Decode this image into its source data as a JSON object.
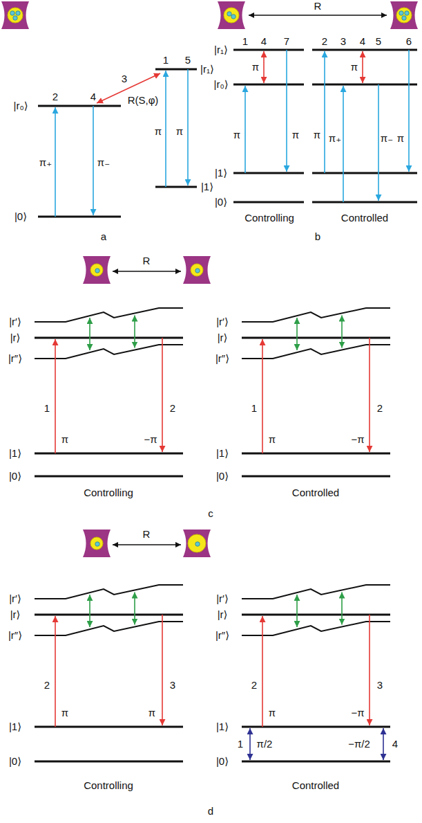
{
  "diagram": {
    "labels": [
      "1",
      "5",
      "|r₁⟩",
      "2",
      "4",
      "|r₀⟩",
      "3",
      "R(S,φ)",
      "π₊",
      "π₋",
      "π",
      "π",
      "|1⟩",
      "|0⟩",
      "a",
      "R",
      "|r₁⟩",
      "1",
      "4",
      "7",
      "2",
      "3",
      "4",
      "5",
      "6",
      "π",
      "π",
      "|r₀⟩",
      "π",
      "π",
      "π",
      "π₊",
      "π₋",
      "π",
      "|1⟩",
      "|0⟩",
      "Controlling",
      "Controlled",
      "b",
      "R",
      "|r′⟩",
      "|r⟩",
      "|r″⟩",
      "1",
      "2",
      "π",
      "−π",
      "|1⟩",
      "|0⟩",
      "Controlling",
      "|r′⟩",
      "|r⟩",
      "|r″⟩",
      "1",
      "2",
      "π",
      "−π",
      "|1⟩",
      "|0⟩",
      "Controlled",
      "c",
      "R",
      "|r′⟩",
      "|r⟩",
      "|r″⟩",
      "2",
      "3",
      "π",
      "π",
      "|1⟩",
      "|0⟩",
      "Controlling",
      "|r′⟩",
      "|r⟩",
      "|r″⟩",
      "2",
      "3",
      "π",
      "−π",
      "|1⟩",
      "1",
      "π/2",
      "−π/2",
      "4",
      "|0⟩",
      "Controlled",
      "d"
    ]
  }
}
